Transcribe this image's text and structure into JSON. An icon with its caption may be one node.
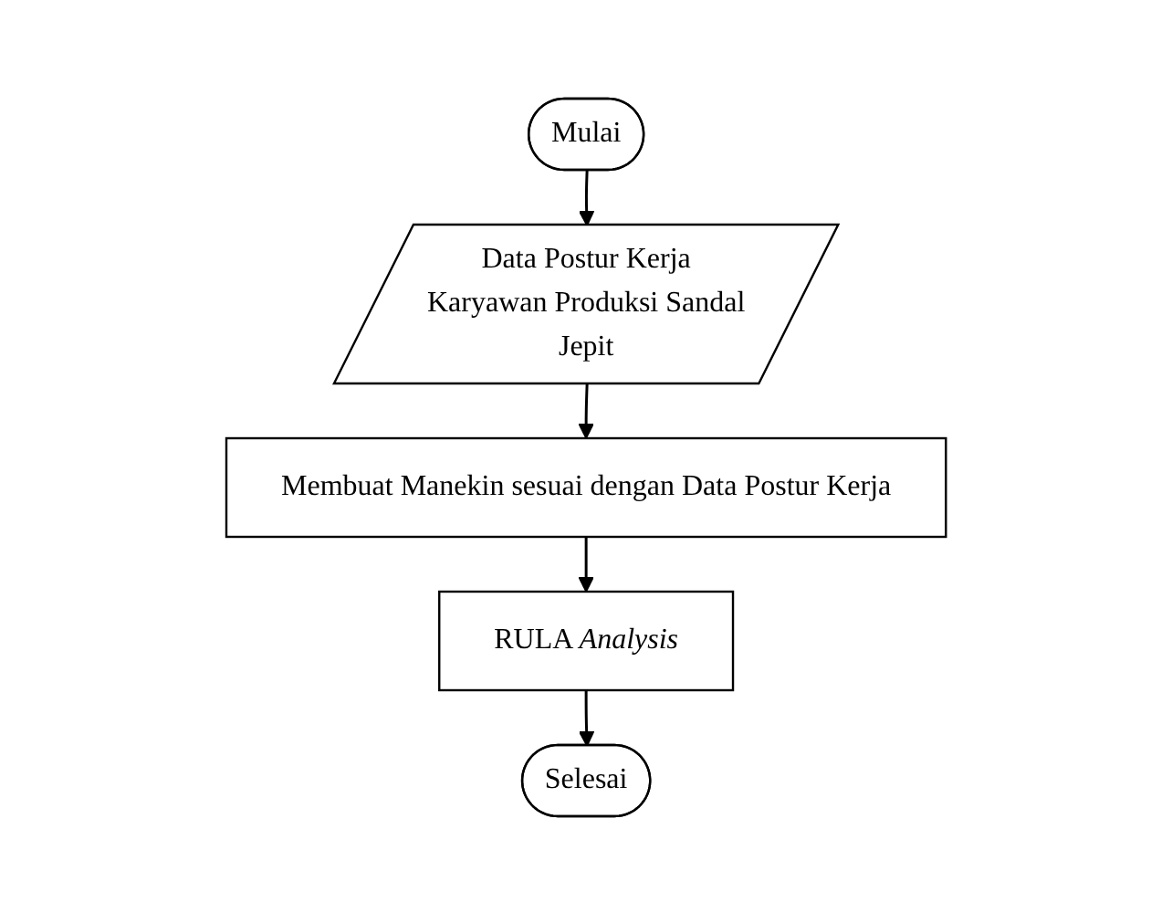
{
  "diagram": {
    "nodes": [
      {
        "text": [
          "Mulai"
        ]
      },
      {
        "text": [
          "Data Postur Kerja Karyawan Produksi Sandal Jepit"
        ]
      },
      {
        "text": [
          "Membuat Manekin sesuai dengan Data Postur Kerja"
        ]
      },
      {
        "text": [
          "RULA *Analysis*"
        ]
      },
      {
        "text": [
          "Selesai"
        ]
      }
    ],
    "edges": [
      {
        "from": 0,
        "to": 1,
        "arrow": "to"
      },
      {
        "from": 1,
        "to": 2,
        "arrow": "to"
      },
      {
        "from": 2,
        "to": 3,
        "arrow": "to"
      },
      {
        "from": 3,
        "to": 4,
        "arrow": "to"
      }
    ]
  }
}
